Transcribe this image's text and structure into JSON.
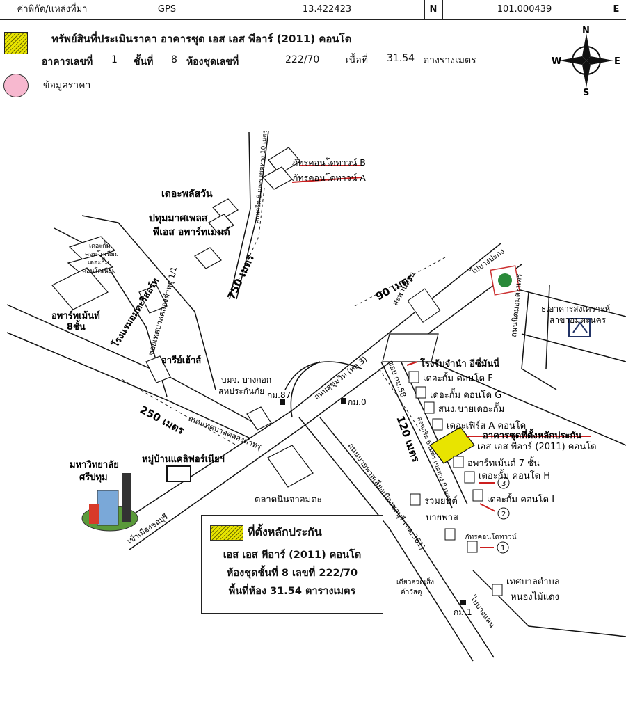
{
  "header": {
    "coord_label": "ค่าพิกัด/แหล่งที่มา",
    "source": "GPS",
    "lat": "13.422423",
    "lat_dir": "N",
    "lon": "101.000439",
    "lon_dir": "E"
  },
  "legend": {
    "title": "ทรัพย์สินที่ประเมินราคา อาคารชุด เอส เอส พีอาร์ (2011) คอนโด",
    "building_label": "อาคารเลขที่",
    "building_no": "1",
    "floor_label": "ชั้นที่",
    "floor_no": "8",
    "unit_label": "ห้องชุดเลขที่",
    "unit_no": "222/70",
    "area_label": "เนื้อที่",
    "area_value": "31.54",
    "area_unit": "ตางรางเมตร",
    "price_label": "ข้อมูลราคา",
    "colors": {
      "subject": "#e8e400",
      "price": "#f7b8cf",
      "arrow": "#cc1f1f"
    }
  },
  "compass": {
    "n": "N",
    "s": "S",
    "e": "E",
    "w": "W"
  },
  "map_labels": {
    "pattra_b": "ภัทรคอนโดทาวน์ B",
    "pattra_a": "ภัทรคอนโดทาวน์ A",
    "plus_one": "เดอะพลัสวัน",
    "pathum": "ปทุมมาศเพลส",
    "ps_apartment": "พีเอส อพาร์ทเมนต์",
    "the_gum_small1": "เดอะกั้ม",
    "the_gum_small2": "คอนโดเนียม",
    "the_gum_small3": "เดอะกั้ม",
    "the_gum_small4": "คอนโดเนียม",
    "apartment8": "อพาร์ทเม้นท์",
    "apartment8b": "8ชั้น",
    "hotel": "โรงแรมอมตะรีสอร์ท",
    "soi_tessaban": "ซอยเทศบาลคลองตำหรุ 1/1",
    "dist_750": "750 เมตร",
    "dist_250": "250 เมตร",
    "dist_90": "90 เมตร",
    "dist_120": "120 เมตร",
    "aree_house": "อารีย์เฮ้าส์",
    "bangkok_coop1": "บมจ. บางกอก",
    "bangkok_coop2": "สหประกันภัย",
    "km87": "กม.87",
    "km0": "กม.0",
    "km1": "กม.1",
    "road_tessaban": "ถนนเทศบาลคลองตำหรุ",
    "sukhumvit": "ถนนสุขุมวิท (ทล.3)",
    "bypass": "ถนนบายพาสเลี่ยงเมืองชลบุรี (ทล.361)",
    "to_chonburi": "เข้าเมืองชลบุรี",
    "to_bangsaen": "ไปบางแสน",
    "to_bangpakong": "ไปบางปะกง",
    "bridge": "สะพานลอย",
    "amata_road": "ถนนนิคมอมตะนคร",
    "bank1": "ธ.อาคารสงเคราะห์",
    "bank2": "สาขาอมตะนคร",
    "pawnshop": "โรงรับจำนำ อีซี่มันนี่",
    "soi_km58": "ซอย กม.58",
    "concrete_road": "คอนกรีต 6 เมตร เขตทาง 8 เมตร",
    "gum_f": "เดอะกั้ม คอนโด F",
    "gum_g": "เดอะกั้ม คอนโด G",
    "gum_office": "สนง.ขายเดอะกั้ม",
    "first_a": "เดอะเฟิร์ส A คอนโด",
    "subject_label1": "อาคารชุดที่ตั้งหลักประกัน",
    "subject_label2": "เอส เอส พีอาร์ (2011) คอนโด",
    "apartment7": "อพาร์ทเม้นต์ 7 ชั้น",
    "gum_h": "เดอะกั้ม คอนโด H",
    "gum_i": "เดอะกั้ม คอนโด I",
    "ruam": "รวมยนต์",
    "bypass_shop": "บายพาส",
    "pattra_condo": "ภัทรคอนโดทาวน์",
    "tessaban_office1": "เทศบาลตำบล",
    "tessaban_office2": "หนองไม้แดง",
    "hardware1": "เตียวฮวดเส็ง",
    "hardware2": "ค้าวัสดุ",
    "market": "ตลาดนินจาอมตะ",
    "village": "หมู่บ้านแคลิฟอร์เนียฯ",
    "univ1": "มหาวิทยาลัย",
    "univ2": "ศรีปทุม",
    "road_top": "คอนกรีต 8 เมตร เขตทาง 10 เมตร",
    "n1": "1",
    "n2": "2",
    "n3": "3"
  },
  "caption": {
    "title": "ที่ตั้งหลักประกัน",
    "line1": "เอส เอส พีอาร์ (2011) คอนโด",
    "line2": "ห้องชุดชั้นที่ 8 เลขที่ 222/70",
    "line3": "พื้นที่ห้อง 31.54 ตารางเมตร"
  }
}
